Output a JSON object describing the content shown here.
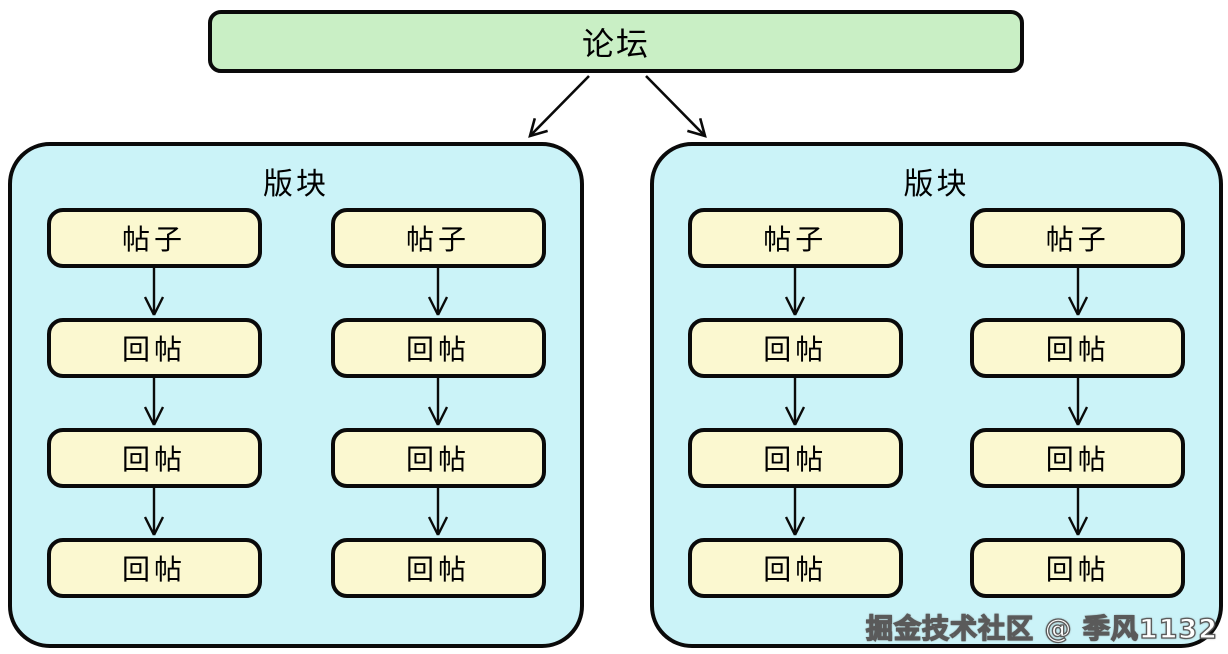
{
  "forum": {
    "label": "论坛"
  },
  "sections": [
    {
      "title": "版块",
      "columns": [
        {
          "items": [
            {
              "label": "帖子"
            },
            {
              "label": "回帖"
            },
            {
              "label": "回帖"
            },
            {
              "label": "回帖"
            }
          ]
        },
        {
          "items": [
            {
              "label": "帖子"
            },
            {
              "label": "回帖"
            },
            {
              "label": "回帖"
            },
            {
              "label": "回帖"
            }
          ]
        }
      ]
    },
    {
      "title": "版块",
      "columns": [
        {
          "items": [
            {
              "label": "帖子"
            },
            {
              "label": "回帖"
            },
            {
              "label": "回帖"
            },
            {
              "label": "回帖"
            }
          ]
        },
        {
          "items": [
            {
              "label": "帖子"
            },
            {
              "label": "回帖"
            },
            {
              "label": "回帖"
            },
            {
              "label": "回帖"
            }
          ]
        }
      ]
    }
  ],
  "watermark": {
    "text": "掘金技术社区 @ 季风1132"
  },
  "colors": {
    "forum_fill": "#c9efc5",
    "section_fill": "#cbf3f8",
    "node_fill": "#fbf8d0",
    "border": "#0a0a0a",
    "watermark_text": "#ffffff",
    "watermark_outline": "#5a5a5a"
  }
}
